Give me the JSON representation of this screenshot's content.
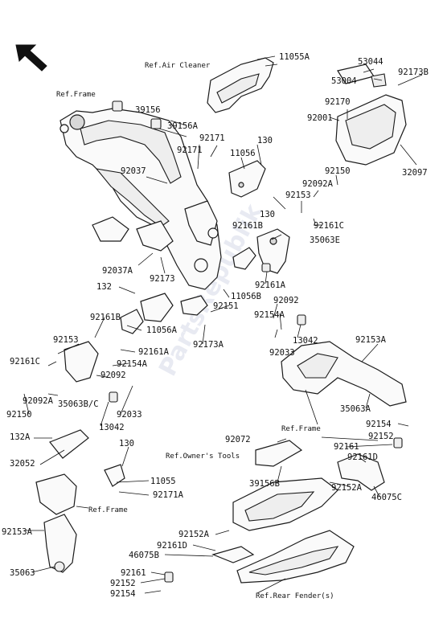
{
  "labels": {
    "l11055A": "11055A",
    "l53044": "53044",
    "l92173B": "92173B",
    "l53004": "53004",
    "l39156": "39156",
    "l39156A": "39156A",
    "l92170": "92170",
    "l92001": "92001",
    "l92171a": "92171",
    "l92171b": "92171",
    "l130a": "130",
    "l11056": "11056",
    "l92037": "92037",
    "l92150a": "92150",
    "l32097": "32097",
    "l92092A_a": "92092A",
    "l92153a": "92153",
    "l130b": "130",
    "l92161B": "92161B",
    "l92161C_a": "92161C",
    "l35063E": "35063E",
    "l92037A": "92037A",
    "l92173": "92173",
    "l92161A_a": "92161A",
    "l132": "132",
    "l11056B": "11056B",
    "l92151": "92151",
    "l92092a": "92092",
    "l92154A_a": "92154A",
    "l92161B_b": "92161B",
    "l11056A": "11056A",
    "l92173A": "92173A",
    "l92153b": "92153",
    "l92161A_b": "92161A",
    "l92154A_b": "92154A",
    "l92033a": "92033",
    "l13042a": "13042",
    "l92153A_a": "92153A",
    "l92161C_b": "92161C",
    "l92092b": "92092",
    "l92092A_b": "92092A",
    "l92033b": "92033",
    "l35063BC": "35063B/C",
    "l92150b": "92150",
    "l13042b": "13042",
    "l35063A": "35063A",
    "l92154a": "92154",
    "l132A": "132A",
    "l92072": "92072",
    "l92152a": "92152",
    "l92161a": "92161",
    "l32052": "32052",
    "l130c": "130",
    "l92161D_a": "92161D",
    "l11055": "11055",
    "l39156B": "39156B",
    "l92171A": "92171A",
    "l92152A_a": "92152A",
    "l46075C": "46075C",
    "l92153A_b": "92153A",
    "l92152A_b": "92152A",
    "l92161D_b": "92161D",
    "l46075B": "46075B",
    "l35063": "35063",
    "l92161b": "92161",
    "l92152b": "92152",
    "l92154b": "92154"
  },
  "refs": {
    "air_cleaner": "Ref.Air Cleaner",
    "frame_top": "Ref.Frame",
    "frame_mid": "Ref.Frame",
    "owners_tools": "Ref.Owner's Tools",
    "frame_left": "Ref.Frame",
    "rear_fender": "Ref.Rear Fender(s)"
  },
  "watermark": "PartsRepublik",
  "colors": {
    "line": "#1a1a1a",
    "fill": "#fafafa",
    "watermark": "#e8eaf2"
  },
  "icons": {
    "orientation": "front-arrow-icon"
  }
}
